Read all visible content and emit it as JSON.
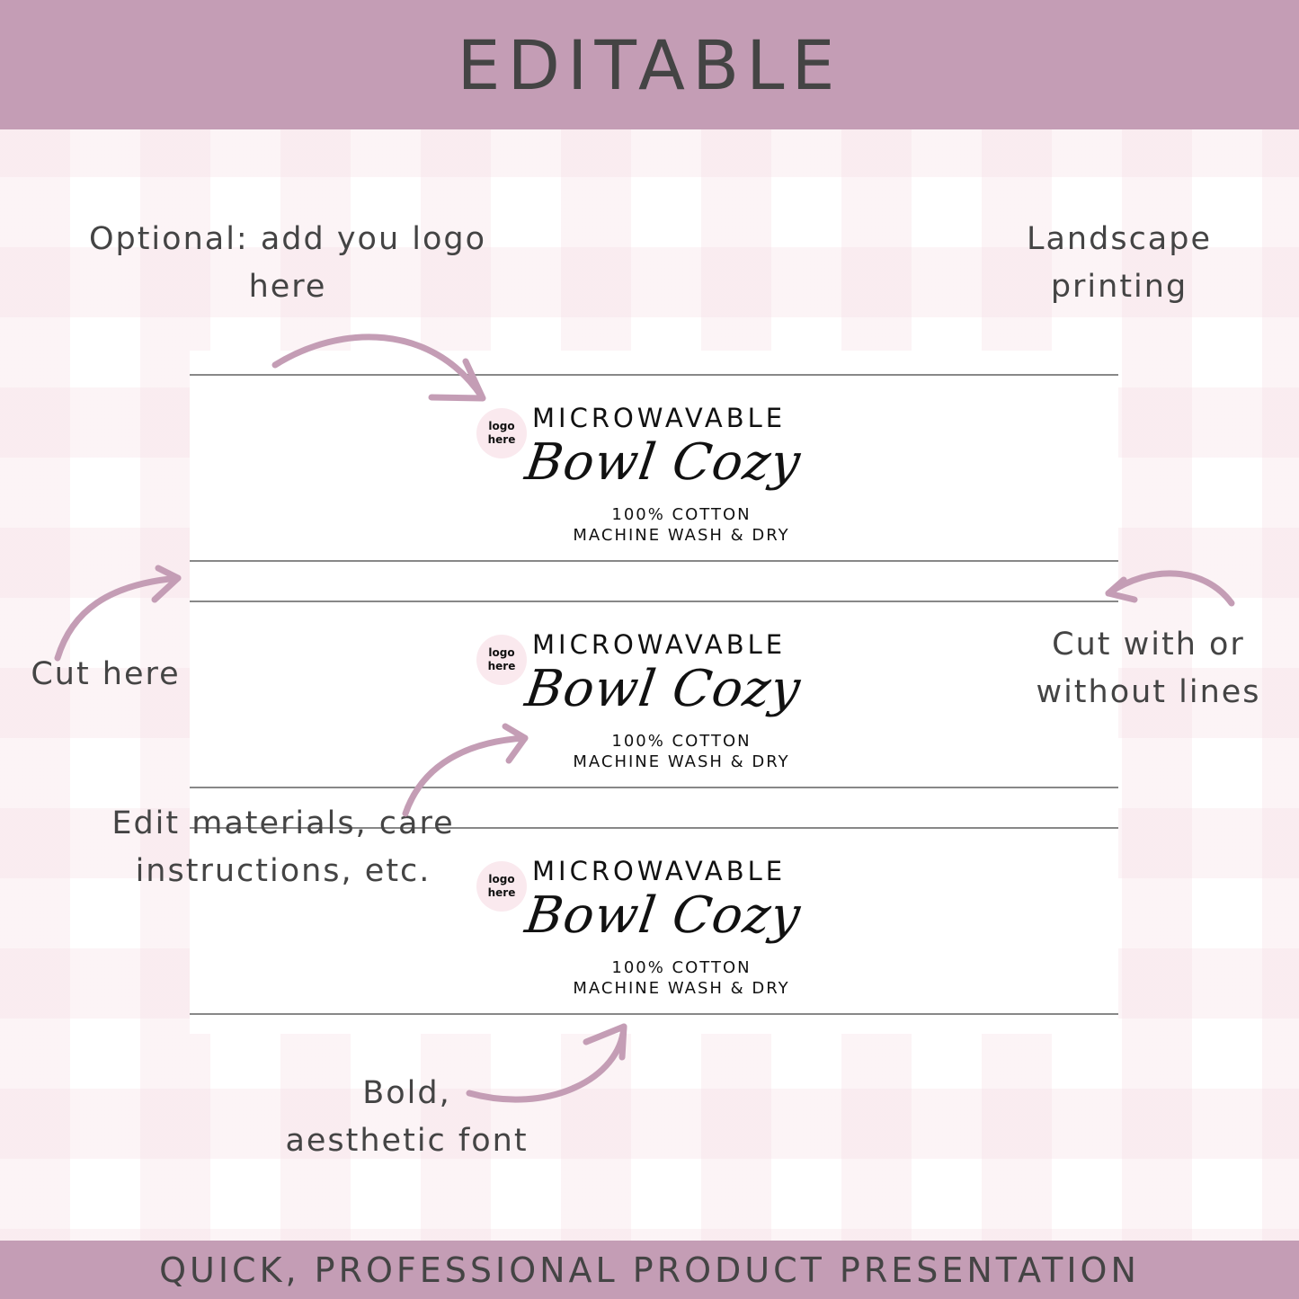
{
  "header": {
    "title": "EDITABLE"
  },
  "footer": {
    "tagline": "QUICK, PROFESSIONAL PRODUCT PRESENTATION"
  },
  "label": {
    "logo_line1": "logo",
    "logo_line2": "here",
    "title": "MICROWAVABLE",
    "script": "Bowl Cozy",
    "material": "100% COTTON",
    "care": "MACHINE WASH & DRY"
  },
  "annotations": {
    "logo_line1": "Optional: add you logo",
    "logo_line2": "here",
    "landscape_line1": "Landscape",
    "landscape_line2": "printing",
    "cut_here": "Cut here",
    "cut_lines_line1": "Cut with or",
    "cut_lines_line2": "without lines",
    "edit_line1": "Edit materials, care",
    "edit_line2": "instructions, etc.",
    "font_line1": "Bold,",
    "font_line2": "aesthetic font"
  },
  "colors": {
    "banner": "#c49db5",
    "text": "#444444",
    "arrow": "#c49db5",
    "logo_bg": "#fae9ee"
  }
}
